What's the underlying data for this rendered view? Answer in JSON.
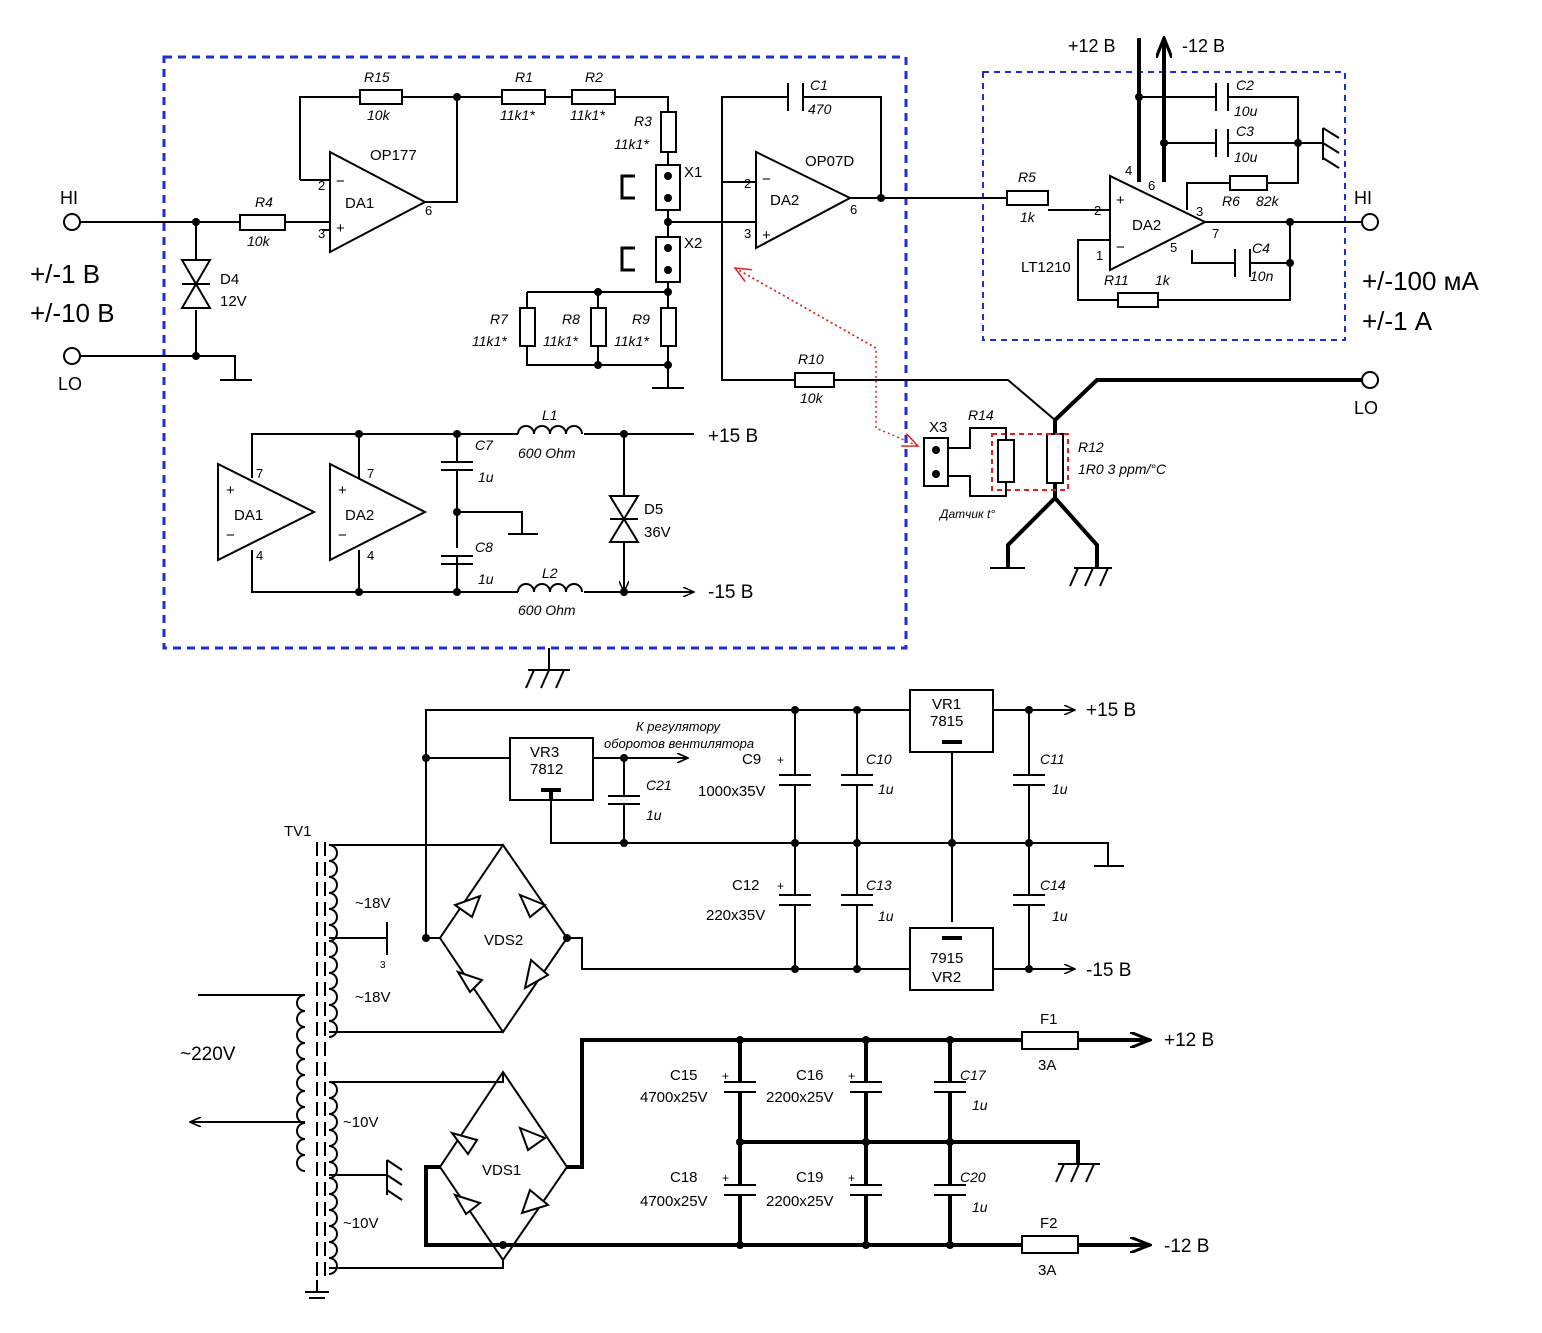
{
  "colors": {
    "wire": "#000000",
    "block_outline": "#1f2fd6",
    "sensor_outline": "#e02020",
    "arrow": "#e02020"
  },
  "inputs": {
    "hi": "HI",
    "lo": "LO",
    "range_1": "+/-1 В",
    "range_2": "+/-10 В"
  },
  "outputs": {
    "hi": "HI",
    "lo": "LO",
    "range_1": "+/-100 мА",
    "range_2": "+/-1 А"
  },
  "resistors": {
    "r15": {
      "ref": "R15",
      "val": "10k"
    },
    "r1": {
      "ref": "R1",
      "val": "11k1*"
    },
    "r2": {
      "ref": "R2",
      "val": "11k1*"
    },
    "r3": {
      "ref": "R3",
      "val": "11k1*"
    },
    "r4": {
      "ref": "R4",
      "val": "10k"
    },
    "r7": {
      "ref": "R7",
      "val": "11k1*"
    },
    "r8": {
      "ref": "R8",
      "val": "11k1*"
    },
    "r9": {
      "ref": "R9",
      "val": "11k1*"
    },
    "r10": {
      "ref": "R10",
      "val": "10k"
    },
    "r5": {
      "ref": "R5",
      "val": "1k"
    },
    "r6": {
      "ref": "R6",
      "val": "82k"
    },
    "r11": {
      "ref": "R11",
      "val": "1k"
    },
    "r12": {
      "ref": "R12",
      "val": "1R0 3 ppm/°C"
    },
    "r14": {
      "ref": "R14"
    }
  },
  "capacitors": {
    "c1": {
      "ref": "C1",
      "val": "470"
    },
    "c2": {
      "ref": "C2",
      "val": "10u"
    },
    "c3": {
      "ref": "C3",
      "val": "10u"
    },
    "c4": {
      "ref": "C4",
      "val": "10n"
    },
    "c7": {
      "ref": "C7",
      "val": "1u"
    },
    "c8": {
      "ref": "C8",
      "val": "1u"
    },
    "c9": {
      "ref": "C9",
      "val": "1000x35V"
    },
    "c10": {
      "ref": "C10",
      "val": "1u"
    },
    "c11": {
      "ref": "C11",
      "val": "1u"
    },
    "c12": {
      "ref": "C12",
      "val": "220x35V"
    },
    "c13": {
      "ref": "C13",
      "val": "1u"
    },
    "c14": {
      "ref": "C14",
      "val": "1u"
    },
    "c15": {
      "ref": "C15",
      "val": "4700x25V"
    },
    "c16": {
      "ref": "C16",
      "val": "2200x25V"
    },
    "c17": {
      "ref": "C17",
      "val": "1u"
    },
    "c18": {
      "ref": "C18",
      "val": "4700x25V"
    },
    "c19": {
      "ref": "C19",
      "val": "2200x25V"
    },
    "c20": {
      "ref": "C20",
      "val": "1u"
    },
    "c21": {
      "ref": "C21",
      "val": "1u"
    }
  },
  "opamps": {
    "da1": {
      "ref": "DA1",
      "part": "OP177"
    },
    "da2": {
      "ref": "DA2",
      "part": "OP07D"
    },
    "da2_out": {
      "ref": "DA2",
      "part": "LT1210"
    }
  },
  "pins": {
    "p1": "1",
    "p2": "2",
    "p3": "3",
    "p4": "4",
    "p5": "5",
    "p6": "6",
    "p7": "7"
  },
  "diodes": {
    "d4": {
      "ref": "D4",
      "val": "12V"
    },
    "d5": {
      "ref": "D5",
      "val": "36V"
    }
  },
  "inductors": {
    "l1": {
      "ref": "L1",
      "val": "600 Ohm"
    },
    "l2": {
      "ref": "L2",
      "val": "600 Ohm"
    }
  },
  "connectors": {
    "x1": "X1",
    "x2": "X2",
    "x3": "X3",
    "sensor": "Датчик t°"
  },
  "rails": {
    "p15": "+15 В",
    "m15": "-15 В",
    "p12": "+12 В",
    "m12": "-12 В"
  },
  "regulators": {
    "vr1": {
      "ref": "VR1",
      "part": "7815"
    },
    "vr2": {
      "ref": "VR2",
      "part": "7915"
    },
    "vr3": {
      "ref": "VR3",
      "part": "7812"
    },
    "fan_note_1": "К регулятору",
    "fan_note_2": "оборотов вентилятора"
  },
  "bridges": {
    "vds1": "VDS1",
    "vds2": "VDS2"
  },
  "transformer": {
    "ref": "TV1",
    "mains": "~220V",
    "w18a": "~18V",
    "w18b": "~18V",
    "w10a": "~10V",
    "w10b": "~10V",
    "pin3": "3"
  },
  "fuses": {
    "f1": {
      "ref": "F1",
      "val": "3A"
    },
    "f2": {
      "ref": "F2",
      "val": "3A"
    }
  }
}
